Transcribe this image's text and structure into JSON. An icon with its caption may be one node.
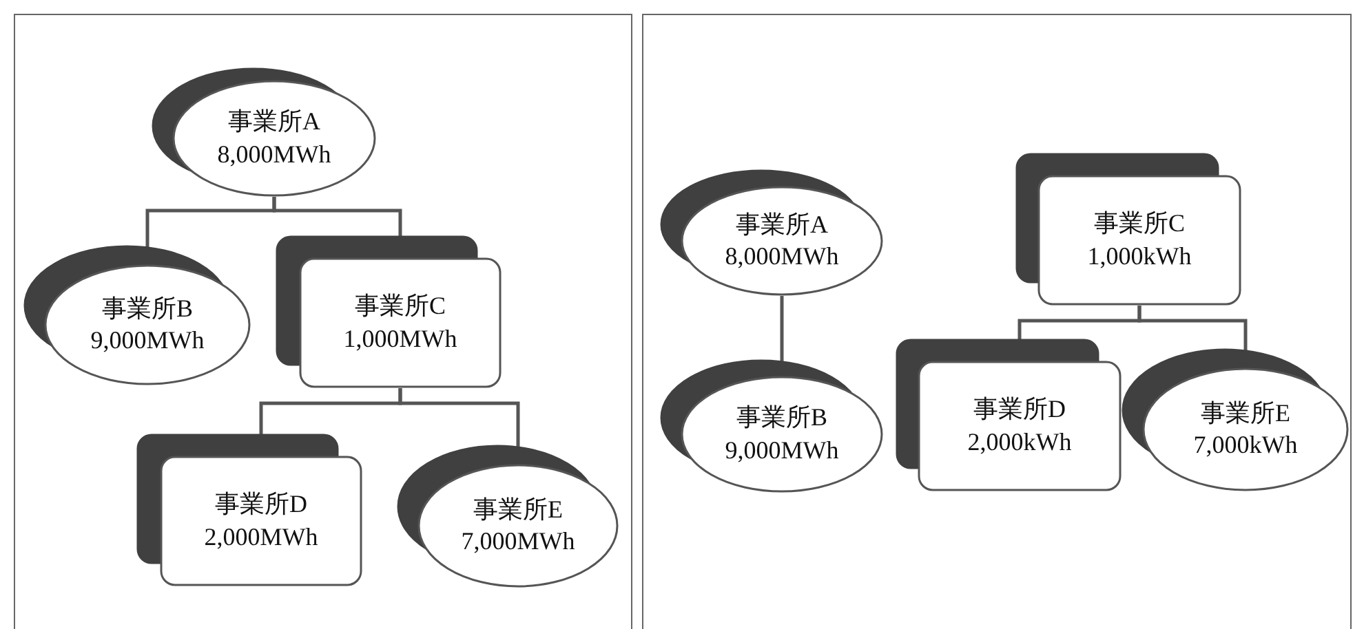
{
  "diagram": {
    "nodes": [
      {
        "text": [
          "事業所A",
          "8,000MWh"
        ]
      },
      {
        "text": [
          "事業所B",
          "9,000MWh"
        ]
      },
      {
        "text": [
          "事業所C",
          "1,000MWh"
        ]
      },
      {
        "text": [
          "事業所D",
          "2,000MWh"
        ]
      },
      {
        "text": [
          "事業所E",
          "7,000MWh"
        ]
      },
      {
        "text": [
          "事業所A",
          "8,000MWh"
        ]
      },
      {
        "text": [
          "事業所B",
          "9,000MWh"
        ]
      },
      {
        "text": [
          "事業所C",
          "1,000kWh"
        ]
      },
      {
        "text": [
          "事業所D",
          "2,000kWh"
        ]
      },
      {
        "text": [
          "事業所E",
          "7,000kWh"
        ]
      }
    ],
    "edges": [
      {
        "from": 0,
        "to": 1,
        "arrow": "none"
      },
      {
        "from": 0,
        "to": 2,
        "arrow": "none"
      },
      {
        "from": 2,
        "to": 3,
        "arrow": "none"
      },
      {
        "from": 2,
        "to": 4,
        "arrow": "none"
      },
      {
        "from": 5,
        "to": 6,
        "arrow": "none"
      },
      {
        "from": 7,
        "to": 8,
        "arrow": "none"
      },
      {
        "from": 7,
        "to": 9,
        "arrow": "none"
      }
    ]
  }
}
